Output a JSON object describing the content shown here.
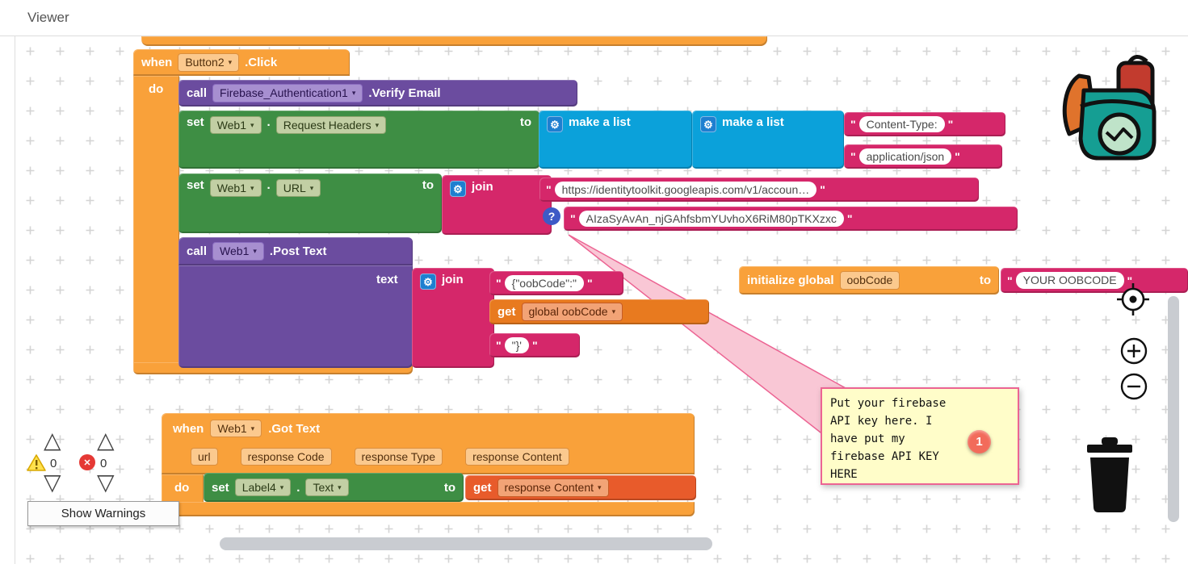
{
  "header": {
    "title": "Viewer"
  },
  "icons": {
    "dropdown_arrow": "▾",
    "mutator_gear": "⚙",
    "help": "?",
    "collapse_up": "△",
    "collapse_down": "▽",
    "warning_triangle": "warning-triangle",
    "error_cross": "✕",
    "backpack": "backpack-clipart",
    "center_view": "crosshair",
    "zoom_in": "plus-circle",
    "zoom_out": "minus-circle",
    "trash": "trash-can"
  },
  "glyphs": {
    "quote": "\""
  },
  "colors": {
    "event_orange": "#F9A13A",
    "method_purple": "#6B4C9F",
    "setter_green": "#3E8E44",
    "list_blue": "#0BA1DA",
    "text_pink": "#D5276A",
    "variable_orange": "#E87A1F",
    "get_red_orange": "#E85B2B",
    "chip_orange_bg": "#FBC98E",
    "chip_orange_border": "#DB8F3E",
    "chip_green_bg": "#C2CFA4",
    "chip_green_border": "#8FA56F",
    "chip_purple_bg": "#A78FD0",
    "chip_purple_border": "#8A6CC0",
    "chip_red_bg": "#F2A376",
    "chip_red_border": "#C65B25",
    "comment_bg": "#FFFDC9",
    "comment_border": "#EC6493",
    "badge_red": "#F26B5B"
  },
  "blocks": {
    "when_button2": {
      "keyword": "when",
      "component": "Button2",
      "event": ".Click",
      "do_label": "do"
    },
    "call_verify": {
      "keyword": "call",
      "component": "Firebase_Authentication1",
      "method": ".Verify Email"
    },
    "set_headers": {
      "keyword": "set",
      "component": "Web1",
      "dot": ".",
      "property": "Request Headers",
      "to": "to"
    },
    "make_list_outer": {
      "label": "make a list"
    },
    "make_list_inner": {
      "label": "make a list"
    },
    "str_content_type": "Content-Type:",
    "str_json": "application/json",
    "set_url": {
      "keyword": "set",
      "component": "Web1",
      "dot": ".",
      "property": "URL",
      "to": "to"
    },
    "join_url": {
      "label": "join"
    },
    "str_endpoint": "https://identitytoolkit.googleapis.com/v1/accoun…",
    "str_apikey": "AIzaSyAvAn_njGAhfsbmYUvhoX6RiM80pTKXzxc",
    "call_post": {
      "keyword": "call",
      "component": "Web1",
      "method": ".Post Text",
      "param": "text"
    },
    "join_body": {
      "label": "join"
    },
    "str_oob_open": "{\"oobCode\":\"",
    "get_oob": {
      "keyword": "get",
      "variable": "global oobCode"
    },
    "str_oob_close": "\"}'",
    "init_global": {
      "keyword": "initialize global",
      "name": "oobCode",
      "to": "to"
    },
    "str_your_oobcode": "YOUR OOBCODE",
    "when_gottext": {
      "keyword": "when",
      "component": "Web1",
      "event": ".Got Text",
      "params": [
        "url",
        "response Code",
        "response Type",
        "response Content"
      ],
      "do_label": "do"
    },
    "set_label4": {
      "keyword": "set",
      "component": "Label4",
      "dot": ".",
      "property": "Text",
      "to": "to"
    },
    "get_response": {
      "keyword": "get",
      "variable": "response Content"
    }
  },
  "comment": {
    "text": "Put your firebase\nAPI key here. I\nhave put my\nfirebase API KEY\nHERE",
    "badge": "1"
  },
  "status": {
    "warning_count": "0",
    "error_count": "0",
    "show_warnings_label": "Show Warnings"
  }
}
